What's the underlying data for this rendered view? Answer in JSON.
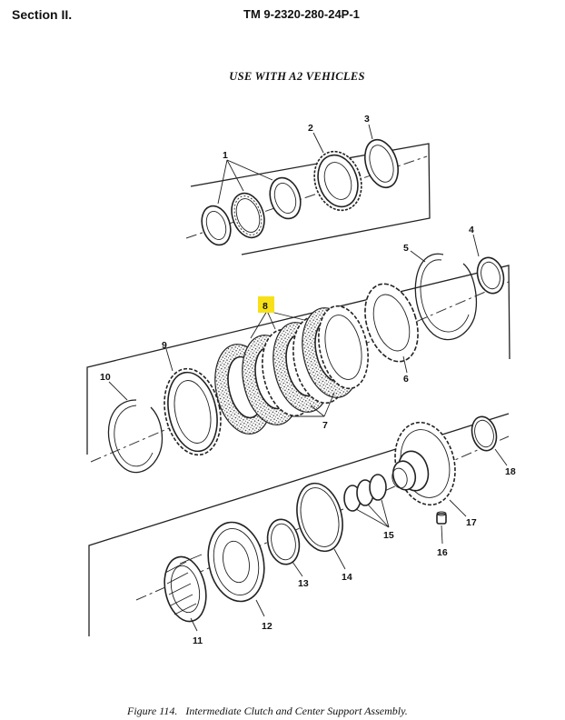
{
  "header": {
    "section": "Section II.",
    "tm_number": "TM 9-2320-280-24P-1"
  },
  "subtitle": "USE WITH A2 VEHICLES",
  "callouts": {
    "c1": "1",
    "c2": "2",
    "c3": "3",
    "c4": "4",
    "c5": "5",
    "c6": "6",
    "c7": "7",
    "c8": "8",
    "c9": "9",
    "c10": "10",
    "c11": "11",
    "c12": "12",
    "c13": "13",
    "c14": "14",
    "c15": "15",
    "c16": "16",
    "c17": "17",
    "c18": "18"
  },
  "highlight_color": "#f7e017",
  "caption": "Figure 114.   Intermediate Clutch and Center Support Assembly."
}
